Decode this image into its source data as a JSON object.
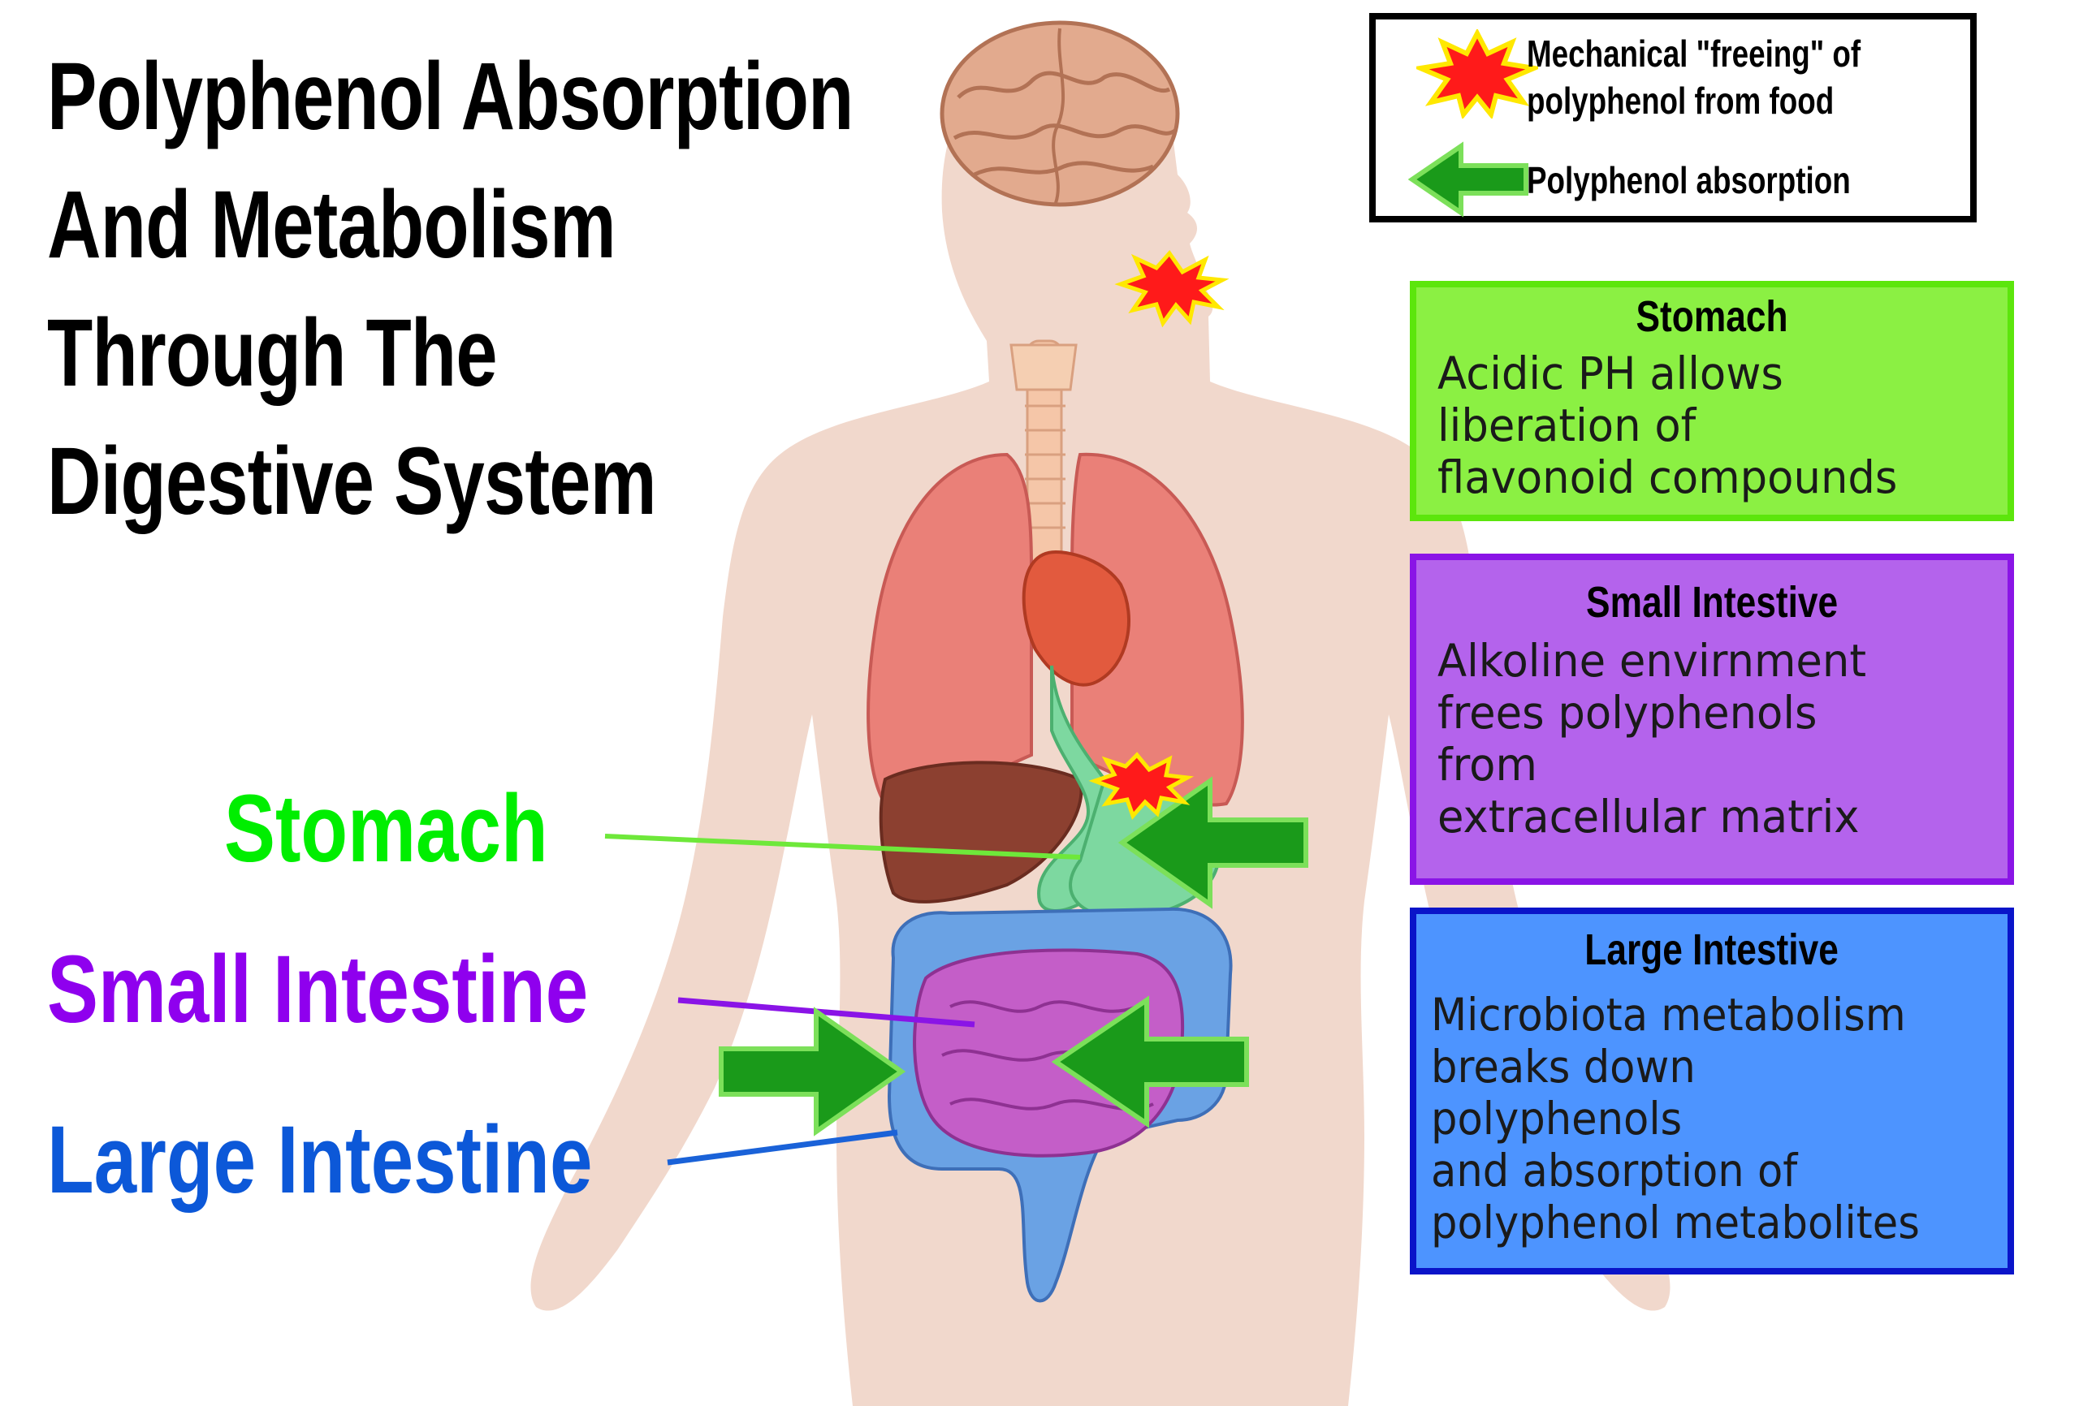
{
  "title": {
    "lines": [
      "Polyphenol Absorption",
      "And Metabolism",
      "Through The",
      "Digestive System"
    ]
  },
  "legend": {
    "release_label": "Mechanical \"freeing\" of\npolyphenol from food",
    "release_line1": "Mechanical \"freeing\" of",
    "release_line2": "polyphenol from food",
    "absorption_label": "Polyphenol absorption",
    "release_icon": "red-starburst-icon",
    "absorption_icon": "green-arrow-icon"
  },
  "organ_labels": {
    "stomach": "Stomach",
    "small_intestine": "Small Intestine",
    "large_intestine": "Large Intestine"
  },
  "boxes": {
    "stomach": {
      "heading": "Stomach",
      "body": "Acidic PH allows\nliberation of\nflavonoid compounds"
    },
    "small_intestine": {
      "heading": "Small Intestive",
      "body": "Alkoline envirnment\nfrees polyphenols\nfrom\nextracellular matrix"
    },
    "large_intestine": {
      "heading": "Large Intestive",
      "body": "Microbiota metabolism\nbreaks down\npolyphenols\nand absorption of\npolyphenol metabolites"
    }
  },
  "colors": {
    "stomach": "#00ee00",
    "small_intestine": "#8f00ee",
    "large_intestine": "#0c58d8",
    "stomach_box_fill": "#8bf043",
    "stomach_box_border": "#5ce60c",
    "small_box_fill": "#b463ec",
    "small_box_border": "#8a14e6",
    "large_box_fill": "#4d94ff",
    "large_box_border": "#0a14c9",
    "arrow": "#1a9a1a",
    "skin": "#f1d8cc"
  }
}
